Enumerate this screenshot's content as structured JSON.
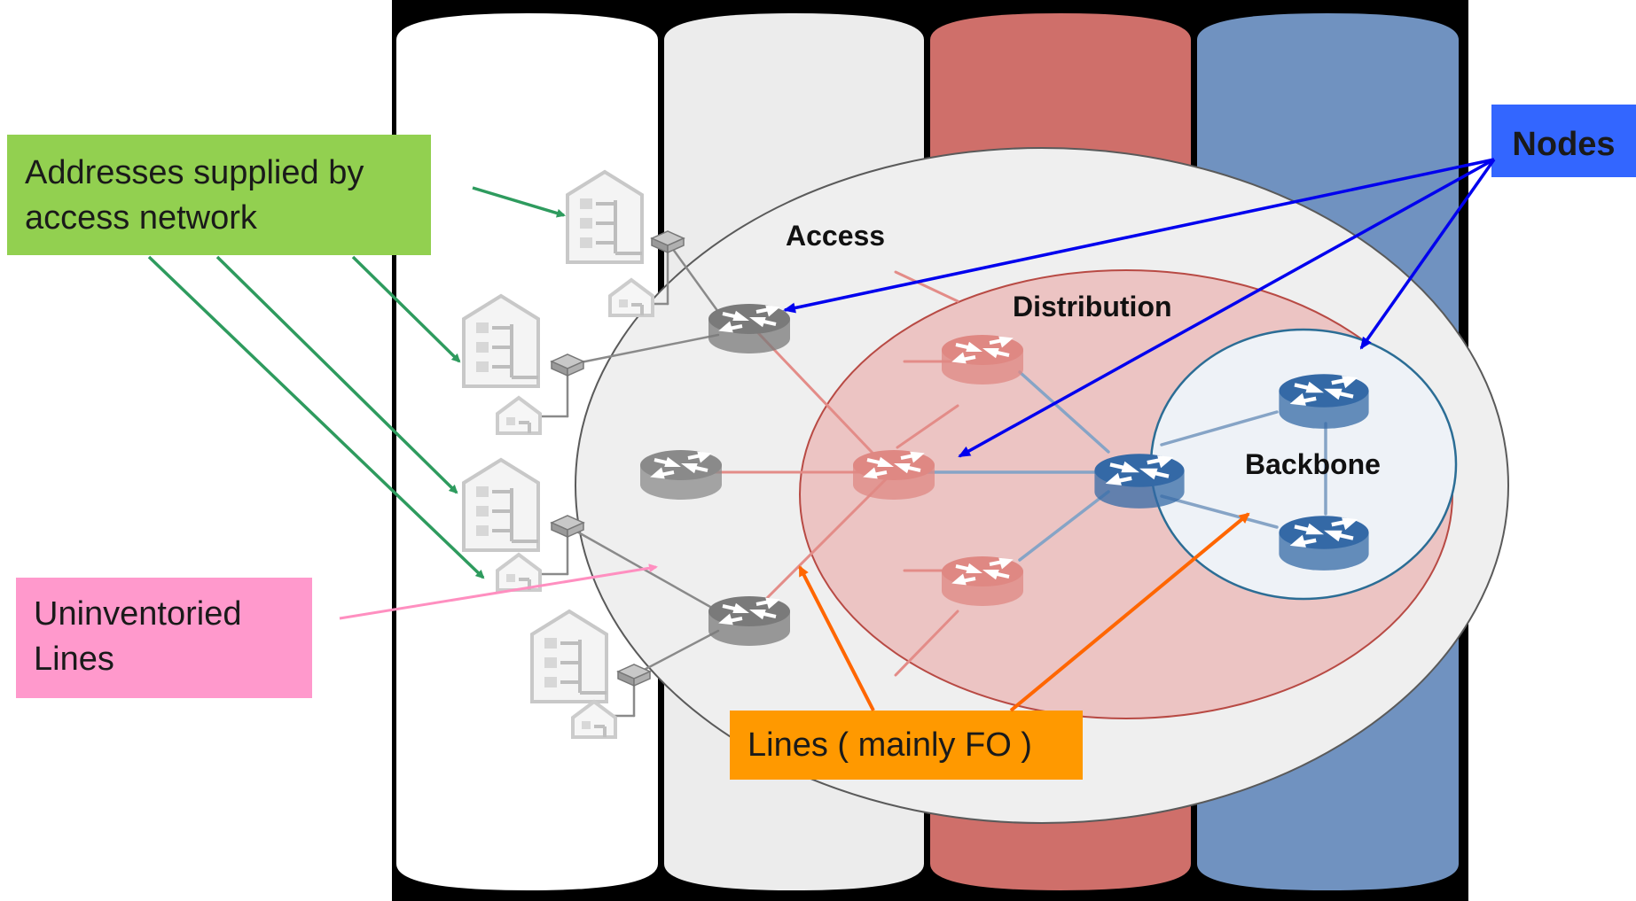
{
  "diagram": {
    "labels": {
      "access": "Access",
      "distribution": "Distribution",
      "backbone": "Backbone"
    },
    "callouts": {
      "addresses": "Addresses supplied by access network",
      "uninventoried": "Uninventoried Lines",
      "lines": "Lines ( mainly FO )",
      "nodes": "Nodes"
    },
    "colors": {
      "frame": "#000000",
      "column_white": "#ffffff",
      "column_light": "#ececec",
      "column_red": "#cf6f6a",
      "column_blue": "#7092c0",
      "access_ellipse": "#efefef",
      "distribution_ellipse": "#ecc4c3",
      "backbone_ellipse": "#eef2f7",
      "router_gray": "#7a7a7a",
      "router_red": "#df8883",
      "router_blue": "#3469a6",
      "addresses_box": "#92d050",
      "uninventoried_box": "#ff99cc",
      "lines_box": "#ff9900",
      "nodes_box": "#3366ff",
      "arrow_green": "#2e9b5e",
      "arrow_pink": "#ff8fc0",
      "arrow_orange": "#ff6600",
      "arrow_blue": "#0000ee"
    }
  }
}
